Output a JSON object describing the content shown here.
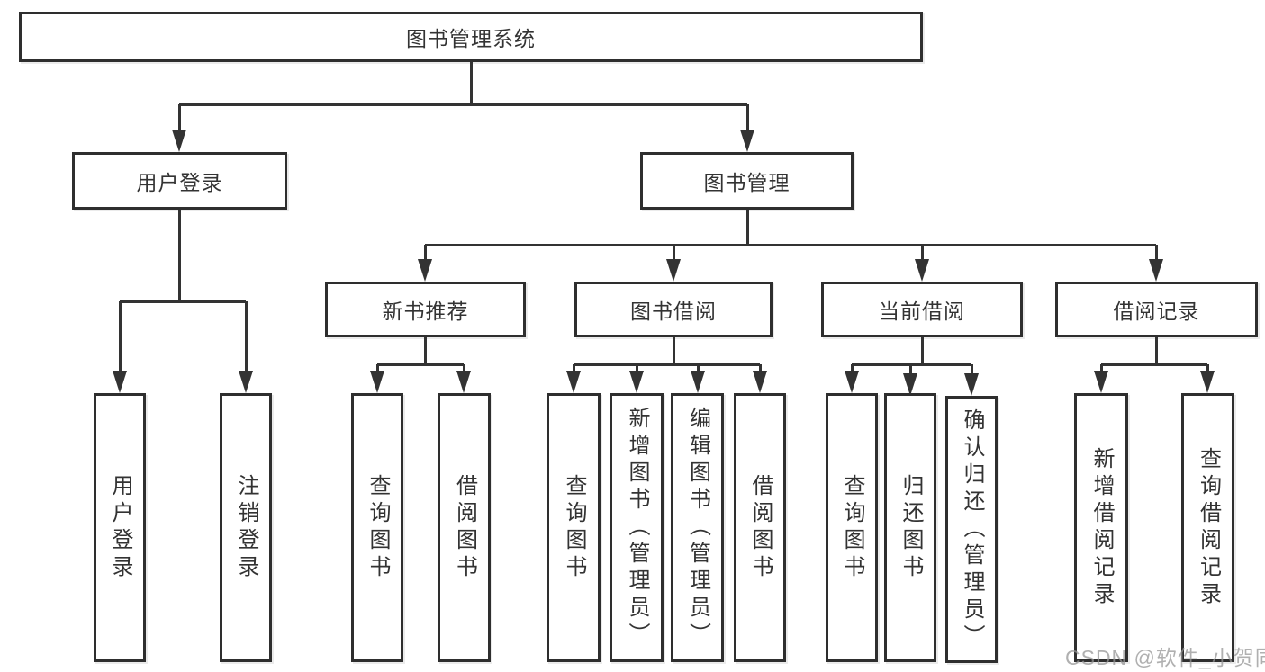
{
  "diagram": {
    "root": "图书管理系统",
    "l2": [
      {
        "label": "用户登录",
        "children": [
          "用户登录",
          "注销登录"
        ]
      },
      {
        "label": "图书管理",
        "children": [
          {
            "label": "新书推荐",
            "children": [
              "查询图书",
              "借阅图书"
            ]
          },
          {
            "label": "图书借阅",
            "children": [
              "查询图书",
              "新增图书（管理员）",
              "编辑图书（管理员）",
              "借阅图书"
            ]
          },
          {
            "label": "当前借阅",
            "children": [
              "查询图书",
              "归还图书",
              "确认归还（管理员）"
            ]
          },
          {
            "label": "借阅记录",
            "children": [
              "新增借阅记录",
              "查询借阅记录"
            ]
          }
        ]
      }
    ]
  },
  "watermark": "CSDN @软件_小贺同学",
  "colors": {
    "line": "#333333",
    "box_border": "#2e2e2e",
    "box_fill": "#ffffff",
    "text": "#333333",
    "watermark": "#969696",
    "background": "#ffffff"
  }
}
